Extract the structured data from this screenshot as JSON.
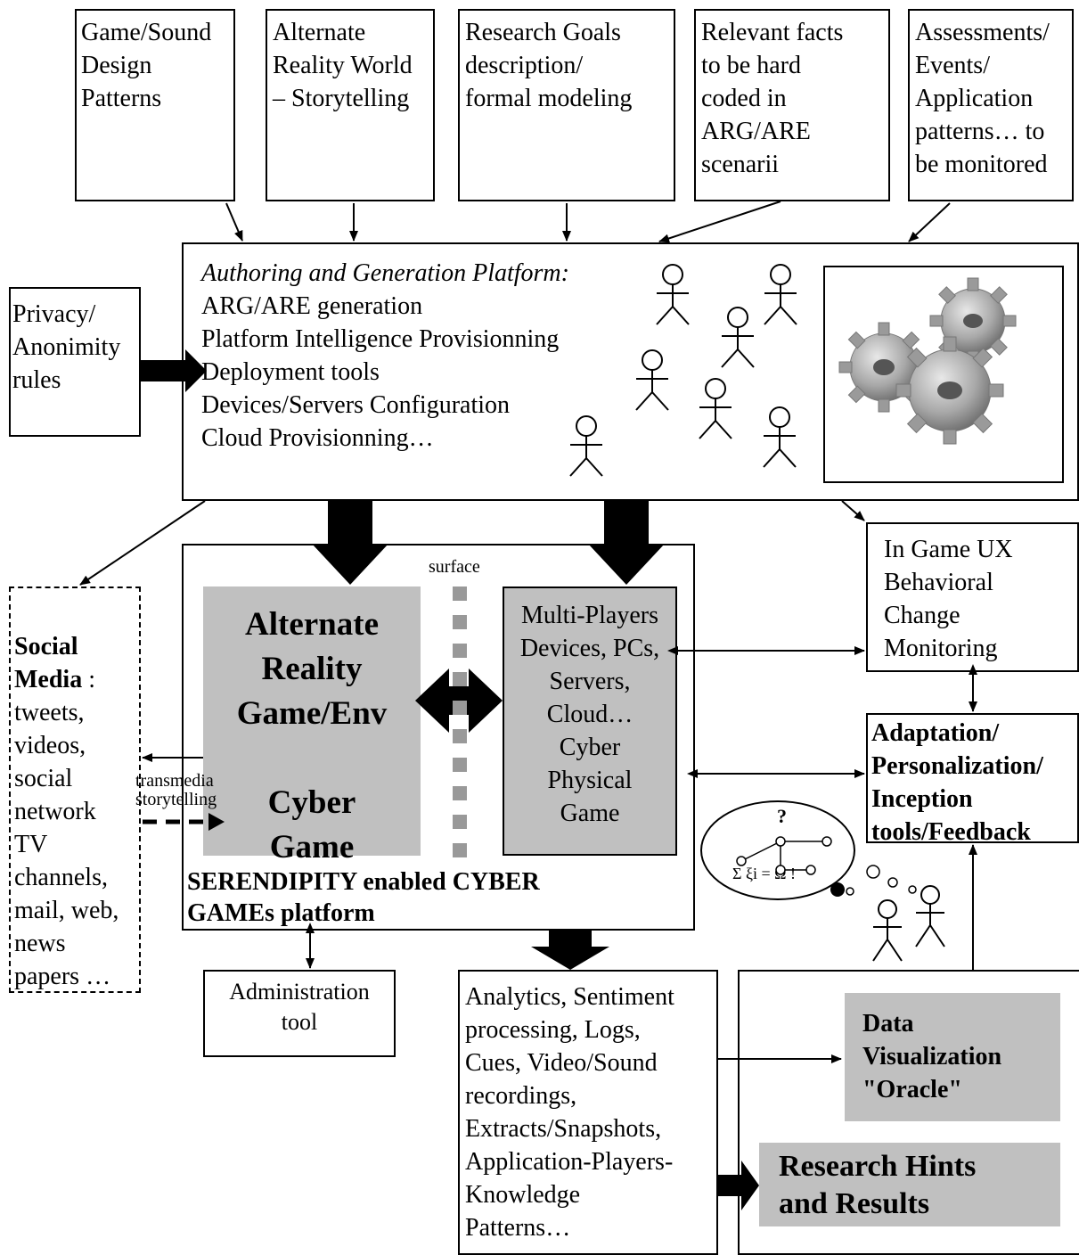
{
  "inputs": {
    "game_sound": "Game/Sound\nDesign\nPatterns",
    "arw": "Alternate\nReality World\n– Storytelling",
    "research_goals": "Research Goals\ndescription/\nformal modeling",
    "relevant_facts": "Relevant facts\nto be hard\ncoded in\nARG/ARE\nscenarii",
    "assessments": "Assessments/\nEvents/\nApplication\npatterns… to\nbe monitored"
  },
  "privacy": "Privacy/\nAnonimity\nrules",
  "authoring": {
    "title": "Authoring and Generation Platform:",
    "items": "ARG/ARE generation\nPlatform Intelligence Provisionning\nDeployment tools\nDevices/Servers Configuration\nCloud Provisionning…"
  },
  "ux_monitor": "In Game UX\nBehavioral\nChange\nMonitoring",
  "adaptation": "Adaptation/\nPersonalization/\nInception\ntools/Feedback",
  "social": {
    "title": "Social\nMedia",
    "colon": " :",
    "items": "tweets,\nvideos,\nsocial\nnetwork\nTV\nchannels,\nmail, web,\nnews\npapers …"
  },
  "transmedia": "transmedia\nstorytelling",
  "surface": "surface",
  "arg_game": "Alternate\nReality\nGame/Env\n\nCyber\nGame",
  "players": "Multi-Players\nDevices, PCs,\nServers,\nCloud…\nCyber\nPhysical\nGame",
  "serendipity": "SERENDIPITY enabled CYBER\nGAMEs platform",
  "admin": "Administration\ntool",
  "analytics": "Analytics, Sentiment\nprocessing, Logs,\nCues, Video/Sound\nrecordings,\nExtracts/Snapshots,\nApplication-Players-\nKnowledge\nPatterns…",
  "data_viz": "Data\nVisualization\n\"Oracle\"",
  "research_hints": "Research Hints\nand Results",
  "thought": {
    "question": "?",
    "formula": "Σ ξi = Ω !"
  }
}
